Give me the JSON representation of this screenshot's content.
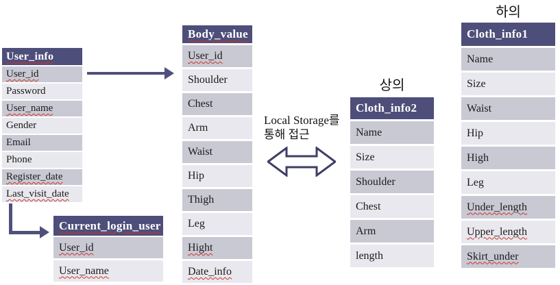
{
  "colors": {
    "header_bg": "#4e4e7a",
    "row_dark": "#c9c9d4",
    "row_light": "#e8e8ee",
    "arrow": "#50507c",
    "squiggle_red": "#cc3328"
  },
  "tables": {
    "user_info": {
      "title": "User_info",
      "title_misspelled": true,
      "rows": [
        {
          "label": "User_id",
          "misspelled": true
        },
        {
          "label": "Password",
          "misspelled": false
        },
        {
          "label": "User_name",
          "misspelled": true
        },
        {
          "label": "Gender",
          "misspelled": false
        },
        {
          "label": "Email",
          "misspelled": false
        },
        {
          "label": "Phone",
          "misspelled": false
        },
        {
          "label": "Register_date",
          "misspelled": true
        },
        {
          "label": "Last_visit_date",
          "misspelled": true
        }
      ]
    },
    "body_value": {
      "title": "Body_value",
      "title_misspelled": true,
      "rows": [
        {
          "label": "User_id",
          "misspelled": true
        },
        {
          "label": "Shoulder",
          "misspelled": false
        },
        {
          "label": "Chest",
          "misspelled": false
        },
        {
          "label": "Arm",
          "misspelled": false
        },
        {
          "label": "Waist",
          "misspelled": false
        },
        {
          "label": "Hip",
          "misspelled": false
        },
        {
          "label": "Thigh",
          "misspelled": false
        },
        {
          "label": "Leg",
          "misspelled": false
        },
        {
          "label": "Hight",
          "misspelled": true
        },
        {
          "label": "Date_info",
          "misspelled": true
        }
      ]
    },
    "current_login_user": {
      "title": "Current_login_user",
      "title_misspelled": true,
      "rows": [
        {
          "label": "User_id",
          "misspelled": true
        },
        {
          "label": "User_name",
          "misspelled": true
        }
      ]
    },
    "cloth_info2": {
      "group_label": "상의",
      "title": "Cloth_info2",
      "title_misspelled": false,
      "rows": [
        {
          "label": "Name",
          "misspelled": false
        },
        {
          "label": "Size",
          "misspelled": false
        },
        {
          "label": "Shoulder",
          "misspelled": false
        },
        {
          "label": "Chest",
          "misspelled": false
        },
        {
          "label": "Arm",
          "misspelled": false
        },
        {
          "label": "length",
          "misspelled": false
        }
      ]
    },
    "cloth_info1": {
      "group_label": "하의",
      "title": "Cloth_info1",
      "title_misspelled": false,
      "rows": [
        {
          "label": "Name",
          "misspelled": false
        },
        {
          "label": "Size",
          "misspelled": false
        },
        {
          "label": "Waist",
          "misspelled": false
        },
        {
          "label": "Hip",
          "misspelled": false
        },
        {
          "label": "High",
          "misspelled": false
        },
        {
          "label": "Leg",
          "misspelled": false
        },
        {
          "label": "Under_length",
          "misspelled": true
        },
        {
          "label": "Upper_length",
          "misspelled": true
        },
        {
          "label": "Skirt_under",
          "misspelled": true
        }
      ]
    }
  },
  "note": {
    "line1": "Local Storage를",
    "line2": "통해 접근"
  }
}
